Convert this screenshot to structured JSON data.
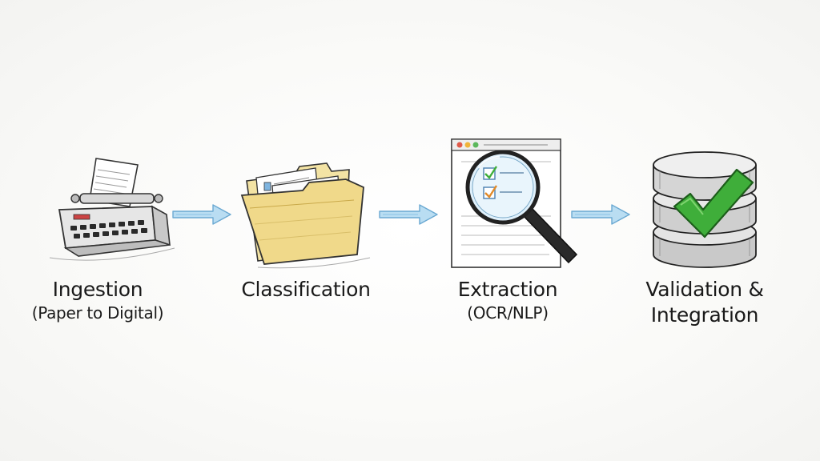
{
  "diagram": {
    "stages": [
      {
        "title": "Ingestion",
        "subtitle": "(Paper to Digital)",
        "icon": "typewriter-icon"
      },
      {
        "title": "Classification",
        "subtitle": "",
        "icon": "folder-icon"
      },
      {
        "title": "Extraction",
        "subtitle": "(OCR/NLP)",
        "icon": "magnifier-document-icon"
      },
      {
        "title": "Validation &",
        "subtitle": "Integration",
        "icon": "database-check-icon"
      }
    ],
    "colors": {
      "ink": "#1a1a1a",
      "arrow": "#8cc4e6",
      "folder": "#f0d98a",
      "check": "#3fae3a"
    }
  }
}
